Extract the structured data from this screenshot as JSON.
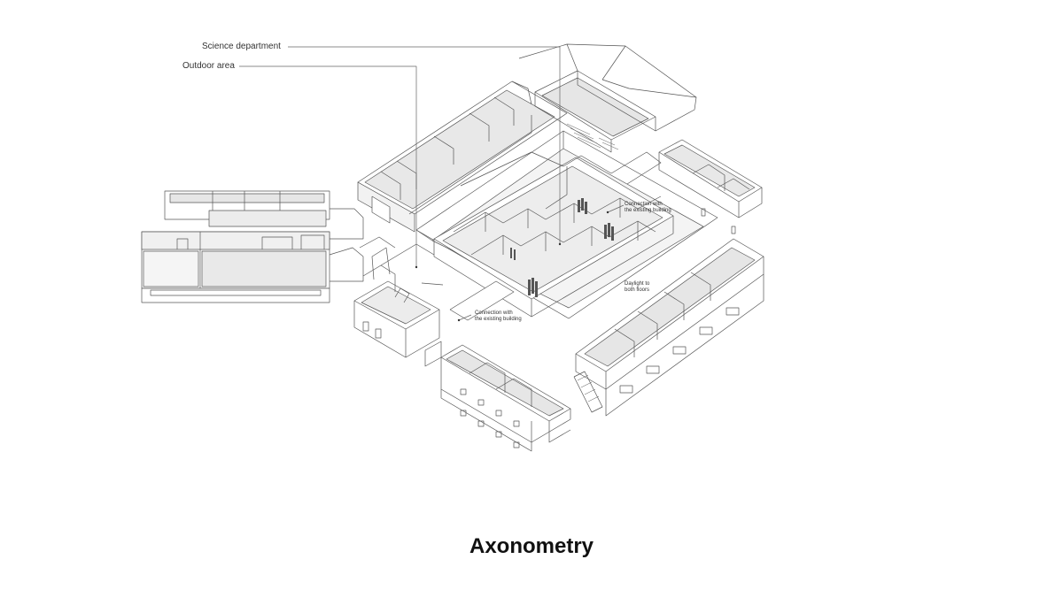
{
  "callouts": {
    "science_department": "Science department",
    "outdoor_area": "Outdoor area"
  },
  "notes": {
    "connection_upper_1": "Connection with",
    "connection_upper_2": "the existing building",
    "daylight_1": "Daylight to",
    "daylight_2": "both floors",
    "connection_lower_1": "Connection with",
    "connection_lower_2": "the existing building"
  },
  "title": "Axonometry",
  "colors": {
    "line": "#555555",
    "fill": "#ffffff",
    "shade": "#e6e6e6",
    "deep_shade": "#cfcfcf"
  }
}
